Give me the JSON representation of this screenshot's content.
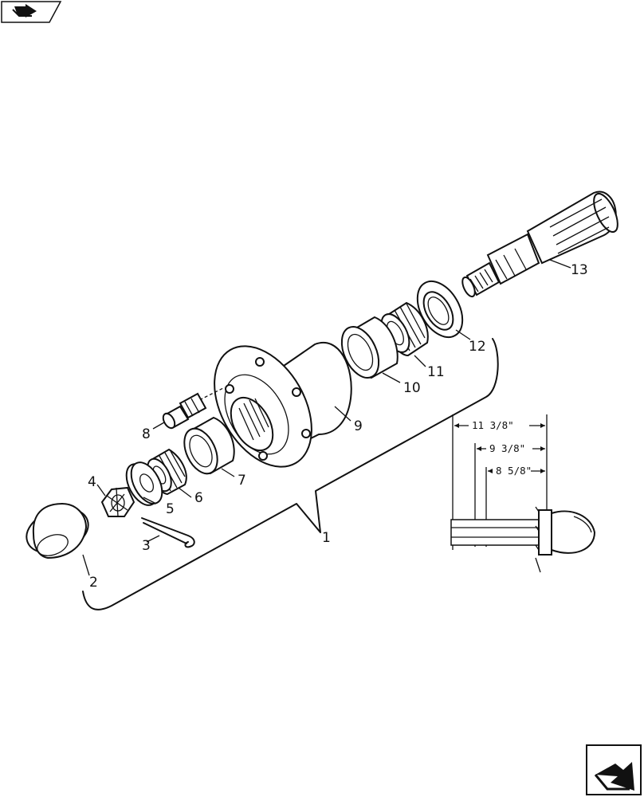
{
  "callouts": {
    "c1": "1",
    "c2": "2",
    "c3": "3",
    "c4": "4",
    "c5": "5",
    "c6": "6",
    "c7": "7",
    "c8": "8",
    "c9": "9",
    "c10": "10",
    "c11": "11",
    "c12": "12",
    "c13": "13"
  },
  "dimensions": {
    "d1": "11 3/8\"",
    "d2": "9 3/8\"",
    "d3": "8 5/8\""
  },
  "icons": {
    "top": "book-arrow-icon",
    "bottom": "next-page-arrow-icon"
  }
}
